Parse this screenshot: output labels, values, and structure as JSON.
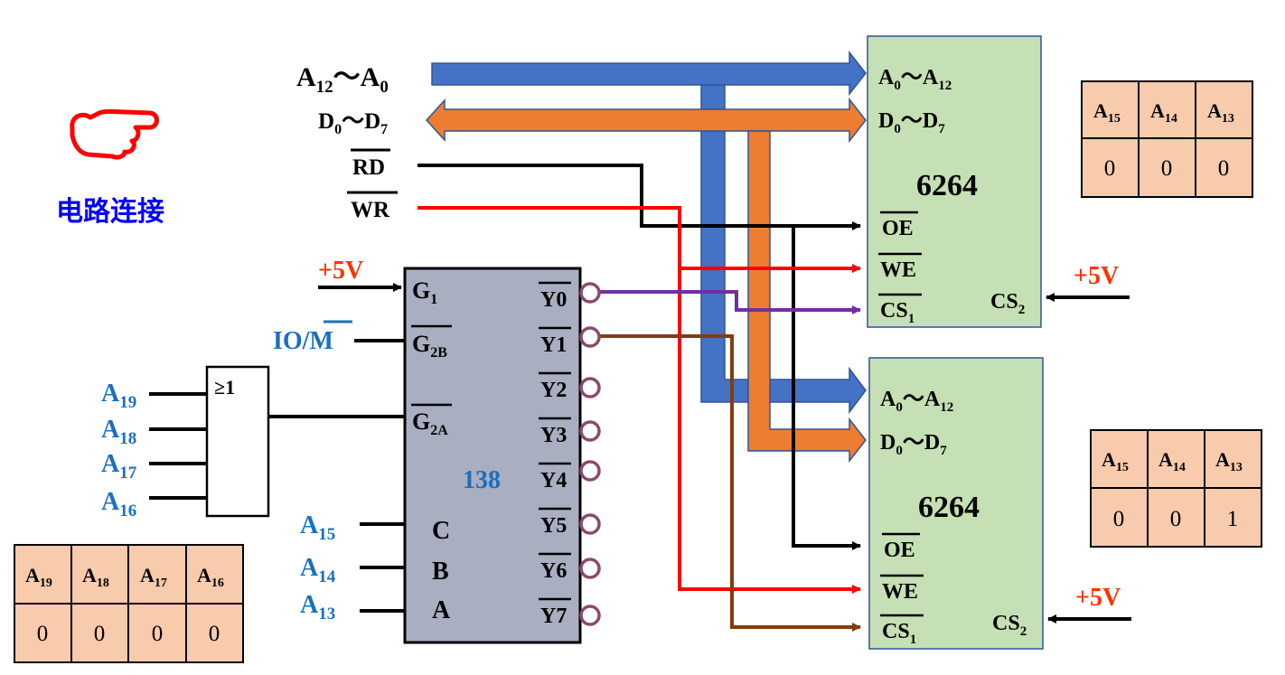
{
  "title": "电路连接",
  "bus": {
    "addr": {
      "main": "A",
      "sub1": "12",
      "sep": "～",
      "main2": "A",
      "sub2": "0"
    },
    "data": {
      "main": "D",
      "sub1": "0",
      "sep": "～",
      "main2": "D",
      "sub2": "7"
    },
    "rd": "RD",
    "wr": "WR"
  },
  "decoder": {
    "name": "138",
    "vcc": "+5V",
    "g1": {
      "main": "G",
      "sub": "1"
    },
    "g2b": {
      "main": "G",
      "sub": "2B"
    },
    "g2a": {
      "main": "G",
      "sub": "2A"
    },
    "iom": {
      "pre": "IO/",
      "bar": "M"
    },
    "c": "C",
    "b": "B",
    "a": "A",
    "outputs": [
      "Y0",
      "Y1",
      "Y2",
      "Y3",
      "Y4",
      "Y5",
      "Y6",
      "Y7"
    ]
  },
  "gate": {
    "label": "≥1"
  },
  "left_addr": [
    {
      "main": "A",
      "sub": "19"
    },
    {
      "main": "A",
      "sub": "18"
    },
    {
      "main": "A",
      "sub": "17"
    },
    {
      "main": "A",
      "sub": "16"
    }
  ],
  "sel_addr": [
    {
      "main": "A",
      "sub": "15"
    },
    {
      "main": "A",
      "sub": "14"
    },
    {
      "main": "A",
      "sub": "13"
    }
  ],
  "chips": [
    {
      "name": "6264",
      "addr": {
        "main": "A",
        "sub1": "0",
        "sep": "～",
        "main2": "A",
        "sub2": "12"
      },
      "data": {
        "main": "D",
        "sub1": "0",
        "sep": "～",
        "main2": "D",
        "sub2": "7"
      },
      "oe": "OE",
      "we": "WE",
      "cs1": {
        "main": "CS",
        "sub": "1"
      },
      "cs2": {
        "main": "CS",
        "sub": "2"
      },
      "vcc": "+5V"
    },
    {
      "name": "6264",
      "addr": {
        "main": "A",
        "sub1": "0",
        "sep": "～",
        "main2": "A",
        "sub2": "12"
      },
      "data": {
        "main": "D",
        "sub1": "0",
        "sep": "～",
        "main2": "D",
        "sub2": "7"
      },
      "oe": "OE",
      "we": "WE",
      "cs1": {
        "main": "CS",
        "sub": "1"
      },
      "cs2": {
        "main": "CS",
        "sub": "2"
      },
      "vcc": "+5V"
    }
  ],
  "tables": {
    "chip1": {
      "headers": [
        {
          "main": "A",
          "sub": "15"
        },
        {
          "main": "A",
          "sub": "14"
        },
        {
          "main": "A",
          "sub": "13"
        }
      ],
      "values": [
        "0",
        "0",
        "0"
      ]
    },
    "chip2": {
      "headers": [
        {
          "main": "A",
          "sub": "15"
        },
        {
          "main": "A",
          "sub": "14"
        },
        {
          "main": "A",
          "sub": "13"
        }
      ],
      "values": [
        "0",
        "0",
        "1"
      ]
    },
    "high": {
      "headers": [
        {
          "main": "A",
          "sub": "19"
        },
        {
          "main": "A",
          "sub": "18"
        },
        {
          "main": "A",
          "sub": "17"
        },
        {
          "main": "A",
          "sub": "16"
        }
      ],
      "values": [
        "0",
        "0",
        "0",
        "0"
      ]
    }
  },
  "colors": {
    "addr_bus": "#4472c4",
    "data_bus": "#ed7d31",
    "rd_line": "#000000",
    "wr_line": "#ff0000",
    "y0_line": "#7030a0",
    "y1_line": "#843c0c",
    "chip_fill": "#c5e0b4",
    "decoder_fill": "#a9aec1",
    "table_fill": "#f8cbad",
    "title": "#0000ff",
    "power_label": "#ff3300",
    "addr_label": "#1a6fc0",
    "pointer_icon": "#ff0000"
  },
  "icons": {
    "pointer": "pointing-hand-icon"
  }
}
